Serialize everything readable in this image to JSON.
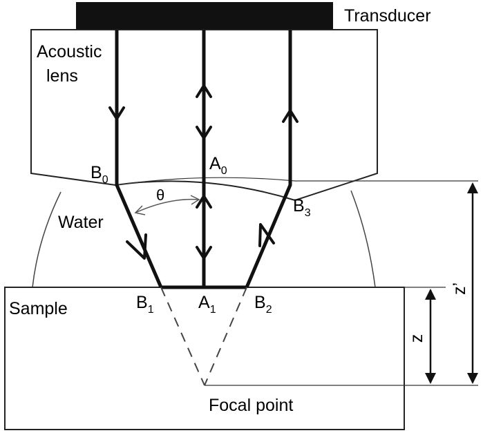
{
  "labels": {
    "transducer": "Transducer",
    "acoustic_lens_1": "Acoustic",
    "acoustic_lens_2": "lens",
    "water": "Water",
    "sample": "Sample",
    "focal_point": "Focal point",
    "theta": "θ",
    "z": "z",
    "z_prime": "z’"
  },
  "points": {
    "A0": {
      "base": "A",
      "sub": "0"
    },
    "A1": {
      "base": "A",
      "sub": "1"
    },
    "B0": {
      "base": "B",
      "sub": "0"
    },
    "B1": {
      "base": "B",
      "sub": "1"
    },
    "B2": {
      "base": "B",
      "sub": "2"
    },
    "B3": {
      "base": "B",
      "sub": "3"
    }
  }
}
